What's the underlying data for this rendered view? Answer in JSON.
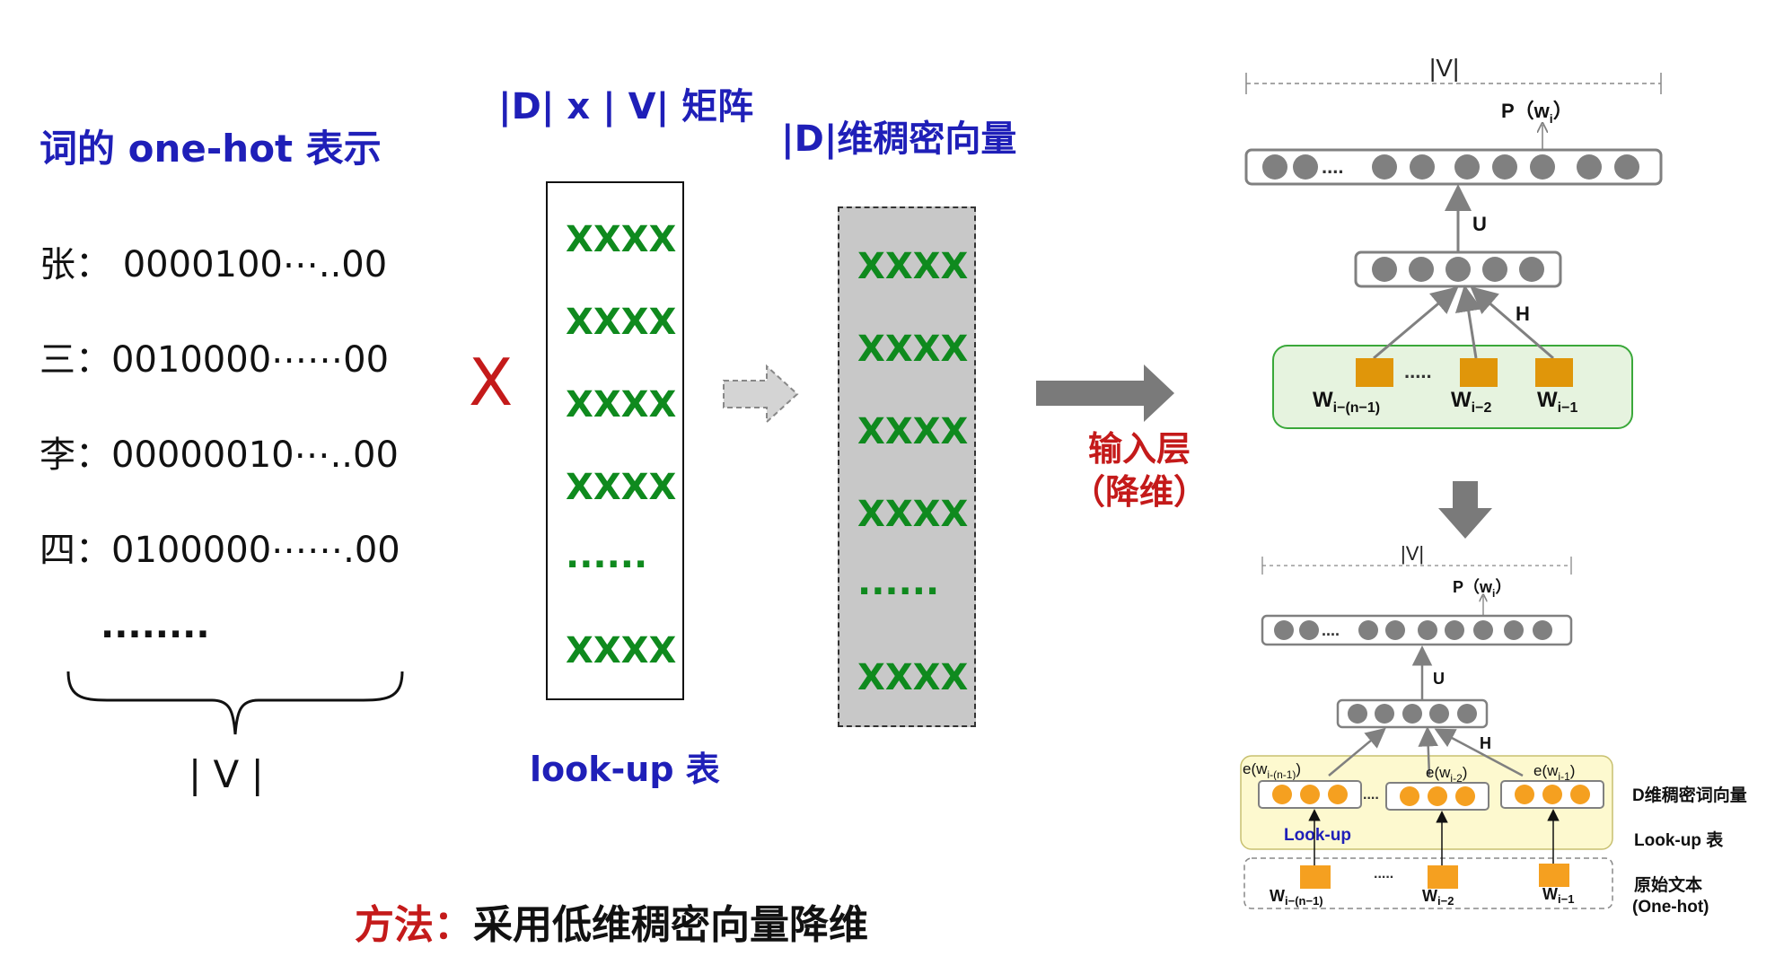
{
  "onehot": {
    "title": "词的 one-hot 表示",
    "rows": [
      {
        "char": "张：",
        "code": " 0000100⋯..00"
      },
      {
        "char": "三：",
        "code": "0010000⋯⋯00"
      },
      {
        "char": "李：",
        "code": "00000010⋯..00"
      },
      {
        "char": "四：",
        "code": "0100000⋯⋯.00"
      }
    ],
    "ellipsis": "........",
    "brace_label": "| V |"
  },
  "operator": "X",
  "lookup_matrix": {
    "title": "|D| x | V| 矩阵",
    "cells": [
      "XXXX",
      "XXXX",
      "XXXX",
      "XXXX",
      "......",
      "XXXX"
    ],
    "caption": "look-up 表"
  },
  "dense_vector": {
    "title": "|D|维稠密向量",
    "cells": [
      "XXXX",
      "XXXX",
      "XXXX",
      "XXXX",
      "......",
      "XXXX"
    ]
  },
  "input_layer": {
    "line1": "输入层",
    "line2": "（降维）"
  },
  "method": {
    "label": "方法：",
    "text": "采用低维稠密向量降维"
  },
  "nn_top": {
    "v_label": "|V|",
    "output_label": "P（w",
    "output_sub": "i",
    "output_close": "）",
    "dots_label": "....",
    "u_label": "U",
    "h_label": "H",
    "input_dots": ".....",
    "inputs": [
      {
        "w": "W",
        "sub": "i−(n−1)"
      },
      {
        "w": "W",
        "sub": "i−2"
      },
      {
        "w": "W",
        "sub": "i−1"
      }
    ]
  },
  "nn_bottom": {
    "v_label": "|V|",
    "output_label": "P（w",
    "output_sub": "i",
    "output_close": "）",
    "dots_label": "....",
    "u_label": "U",
    "h_label": "H",
    "embeddings": [
      {
        "e": "e(w",
        "sub": "i-(n-1)",
        "close": ")"
      },
      {
        "e": "e(w",
        "sub": "i-2",
        "close": ")"
      },
      {
        "e": "e(w",
        "sub": "i-1",
        "close": ")"
      }
    ],
    "emb_dots": "....",
    "lookup_label": "Look-up",
    "raw_dots": ".....",
    "raw_inputs": [
      {
        "w": "W",
        "sub": "i−(n−1)"
      },
      {
        "w": "W",
        "sub": "i−2"
      },
      {
        "w": "W",
        "sub": "i−1"
      }
    ],
    "legend": {
      "dense": "D维稠密词向量",
      "lookup": "Look-up 表",
      "raw1": "原始文本",
      "raw2": "(One-hot)"
    }
  },
  "colors": {
    "blue": "#1f1fb8",
    "green": "#0f8a1e",
    "red": "#c41a1a",
    "node_gray": "#808080",
    "orange_square": "#e0960a",
    "orange_dot": "#f5a020",
    "green_panel": "#e6f3df",
    "yellow_panel": "#fdf9cf"
  }
}
